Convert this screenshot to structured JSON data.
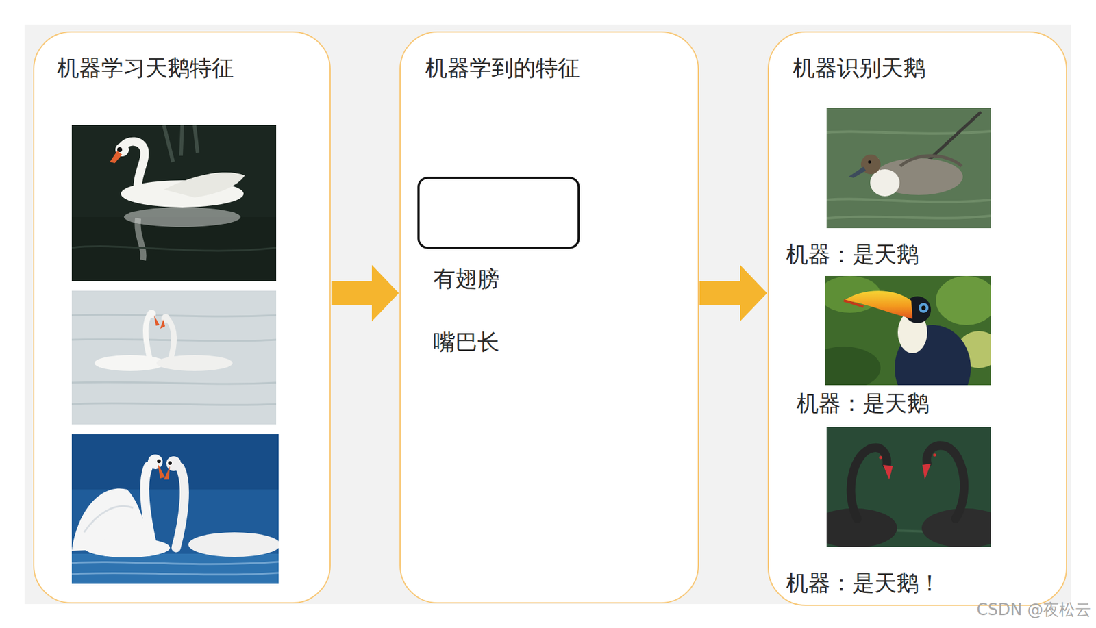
{
  "diagram": {
    "nodes": [
      {
        "text": [
          "机器学习天鹅特征"
        ]
      },
      {
        "text": [
          "机器学到的特征",
          "有翅膀",
          "嘴巴长"
        ]
      },
      {
        "text": [
          "机器识别天鹅",
          "机器：是天鹅",
          "机器：是天鹅",
          "机器：是天鹅！"
        ]
      }
    ],
    "edges": [
      {
        "from": 0,
        "to": 1,
        "arrow": "to"
      },
      {
        "from": 1,
        "to": 2,
        "arrow": "to"
      }
    ],
    "labels": [
      "CSDN @夜松云"
    ]
  }
}
